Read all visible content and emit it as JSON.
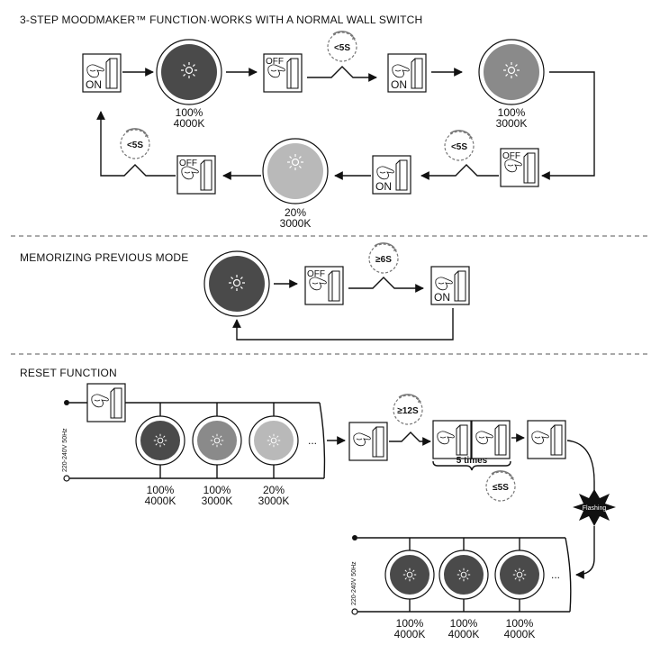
{
  "sections": {
    "step3": {
      "title": "3-STEP MOODMAKER™ FUNCTION·WORKS WITH A NORMAL WALL SWITCH"
    },
    "memorize": {
      "title": "MEMORIZING PREVIOUS MODE"
    },
    "reset": {
      "title": "RESET FUNCTION"
    }
  },
  "switch": {
    "on": "ON",
    "off": "OFF"
  },
  "timers": {
    "lt5": "<5S",
    "ge6": "≥6S",
    "ge12": "≥12S",
    "le5": "≤5S"
  },
  "modes": {
    "m1": {
      "pct": "100%",
      "cct": "4000K"
    },
    "m2": {
      "pct": "100%",
      "cct": "3000K"
    },
    "m3": {
      "pct": "20%",
      "cct": "3000K"
    }
  },
  "power": {
    "label": "220-240V 50Hz"
  },
  "reset": {
    "times": "5 times",
    "flashing": "Flashing",
    "ellipsis": "..."
  },
  "colors": {
    "dark": "#4a4a4a",
    "mid": "#8a8a8a",
    "light": "#b9b9b9"
  }
}
